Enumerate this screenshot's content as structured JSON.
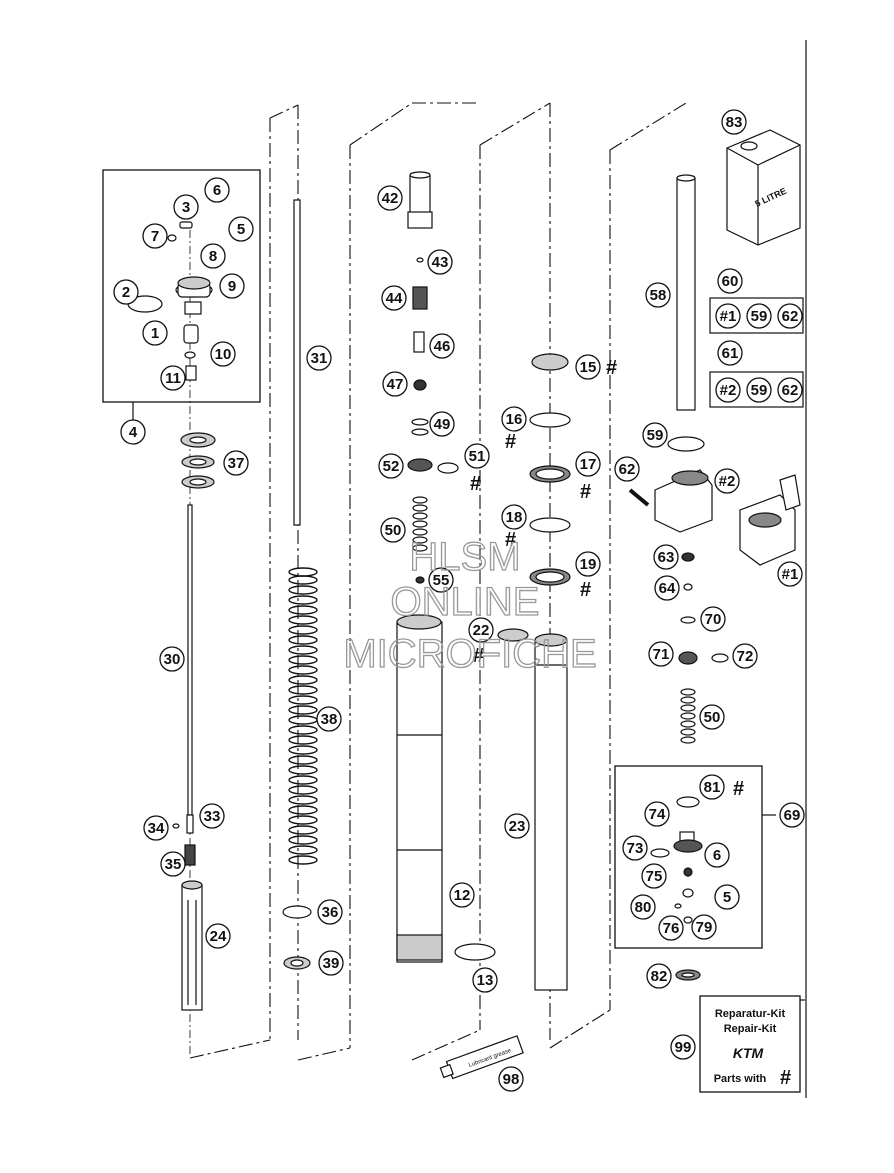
{
  "callouts": [
    {
      "id": "c1",
      "text": "1"
    },
    {
      "id": "c2",
      "text": "2"
    },
    {
      "id": "c3",
      "text": "3"
    },
    {
      "id": "c4",
      "text": "4"
    },
    {
      "id": "c5",
      "text": "5"
    },
    {
      "id": "c6",
      "text": "6"
    },
    {
      "id": "c7",
      "text": "7"
    },
    {
      "id": "c8",
      "text": "8"
    },
    {
      "id": "c9",
      "text": "9"
    },
    {
      "id": "c10",
      "text": "10"
    },
    {
      "id": "c11",
      "text": "11"
    },
    {
      "id": "c12",
      "text": "12"
    },
    {
      "id": "c13",
      "text": "13"
    },
    {
      "id": "c15",
      "text": "15"
    },
    {
      "id": "c16",
      "text": "16"
    },
    {
      "id": "c17",
      "text": "17"
    },
    {
      "id": "c18",
      "text": "18"
    },
    {
      "id": "c19",
      "text": "19"
    },
    {
      "id": "c22",
      "text": "22"
    },
    {
      "id": "c23",
      "text": "23"
    },
    {
      "id": "c24",
      "text": "24"
    },
    {
      "id": "c30",
      "text": "30"
    },
    {
      "id": "c31",
      "text": "31"
    },
    {
      "id": "c33",
      "text": "33"
    },
    {
      "id": "c34",
      "text": "34"
    },
    {
      "id": "c35",
      "text": "35"
    },
    {
      "id": "c36",
      "text": "36"
    },
    {
      "id": "c37",
      "text": "37"
    },
    {
      "id": "c38",
      "text": "38"
    },
    {
      "id": "c39",
      "text": "39"
    },
    {
      "id": "c42",
      "text": "42"
    },
    {
      "id": "c43",
      "text": "43"
    },
    {
      "id": "c44",
      "text": "44"
    },
    {
      "id": "c46",
      "text": "46"
    },
    {
      "id": "c47",
      "text": "47"
    },
    {
      "id": "c49",
      "text": "49"
    },
    {
      "id": "c50a",
      "text": "50"
    },
    {
      "id": "c51",
      "text": "51"
    },
    {
      "id": "c52",
      "text": "52"
    },
    {
      "id": "c55",
      "text": "55"
    },
    {
      "id": "c58",
      "text": "58"
    },
    {
      "id": "c59",
      "text": "59"
    },
    {
      "id": "c60",
      "text": "60"
    },
    {
      "id": "c61",
      "text": "61"
    },
    {
      "id": "c62",
      "text": "62"
    },
    {
      "id": "c63",
      "text": "63"
    },
    {
      "id": "c64",
      "text": "64"
    },
    {
      "id": "c69",
      "text": "69"
    },
    {
      "id": "c70",
      "text": "70"
    },
    {
      "id": "c71",
      "text": "71"
    },
    {
      "id": "c72",
      "text": "72"
    },
    {
      "id": "c50b",
      "text": "50"
    },
    {
      "id": "c73",
      "text": "73"
    },
    {
      "id": "c74",
      "text": "74"
    },
    {
      "id": "c75",
      "text": "75"
    },
    {
      "id": "c76",
      "text": "76"
    },
    {
      "id": "c79",
      "text": "79"
    },
    {
      "id": "c80",
      "text": "80"
    },
    {
      "id": "c81",
      "text": "81"
    },
    {
      "id": "c82",
      "text": "82"
    },
    {
      "id": "c83",
      "text": "83"
    },
    {
      "id": "c98",
      "text": "98"
    },
    {
      "id": "c99",
      "text": "99"
    },
    {
      "id": "c5b",
      "text": "5"
    },
    {
      "id": "c6b",
      "text": "6"
    },
    {
      "id": "cs1",
      "text": "#1"
    },
    {
      "id": "cs2",
      "text": "#2"
    }
  ],
  "kit_60": [
    "#1",
    "59",
    "62"
  ],
  "kit_61": [
    "#2",
    "59",
    "62"
  ],
  "hash_mark": "#",
  "repair_kit": {
    "line1": "Reparatur-Kit",
    "line2": "Repair-Kit",
    "brand": "KTM",
    "line3": "Parts with",
    "mark": "#"
  },
  "oil_can_label": "5 LITRE",
  "grease_label": "Lubricant grease",
  "watermark": {
    "line1": "HLSM",
    "line2": "ONLINE",
    "line3": "MICROFICHE"
  }
}
